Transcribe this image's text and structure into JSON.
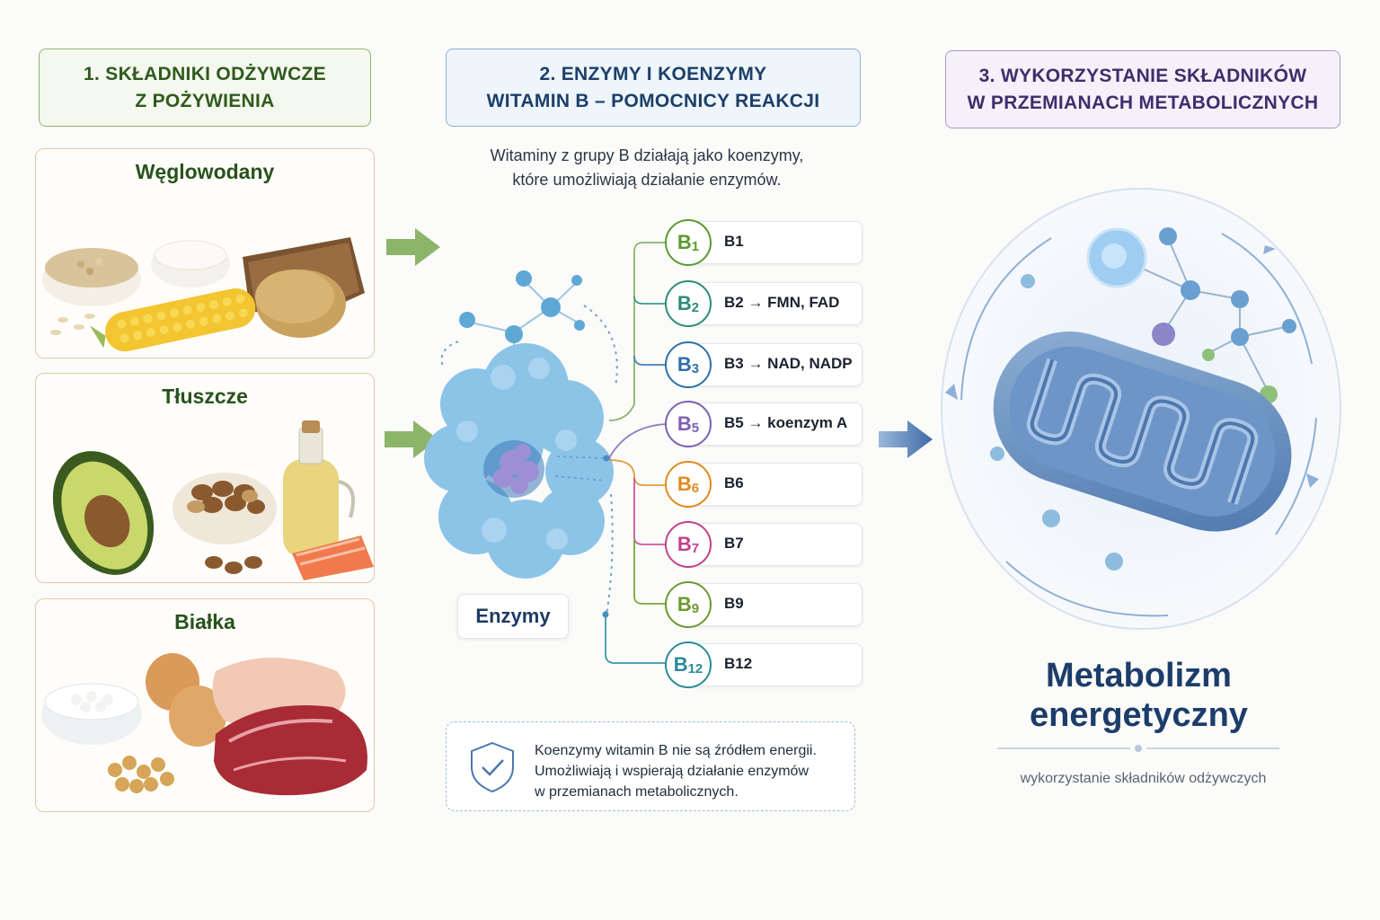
{
  "header1": {
    "line1": "1. SKŁADNIKI ODŻYWCZE",
    "line2": "Z POŻYWIENIA"
  },
  "header2": {
    "line1": "2. ENZYMY I KOENZYMY",
    "line2": "WITAMIN B – POMOCNICY REAKCJI"
  },
  "header3": {
    "line1": "3. WYKORZYSTANIE SKŁADNIKÓW",
    "line2": "W PRZEMIANACH METABOLICZNYCH"
  },
  "foods": [
    {
      "title": "Węglowodany"
    },
    {
      "title": "Tłuszcze"
    },
    {
      "title": "Białka"
    }
  ],
  "intro": {
    "line1": "Witaminy z grupy B działają jako koenzymy,",
    "line2": "które umożliwiają działanie enzymów."
  },
  "vitamins": [
    {
      "badge_main": "B",
      "badge_sub": "1",
      "label": "B1",
      "color": "#5a9a2e"
    },
    {
      "badge_main": "B",
      "badge_sub": "2",
      "label": "B2 → FMN, FAD",
      "color": "#2c8a7a"
    },
    {
      "badge_main": "B",
      "badge_sub": "3",
      "label": "B3 → NAD, NADP",
      "color": "#2f6fa8"
    },
    {
      "badge_main": "B",
      "badge_sub": "5",
      "label": "B5 → koenzym A",
      "color": "#7b5fb3"
    },
    {
      "badge_main": "B",
      "badge_sub": "6",
      "label": "B6",
      "color": "#e08a1e"
    },
    {
      "badge_main": "B",
      "badge_sub": "7",
      "label": "B7",
      "color": "#c2408a"
    },
    {
      "badge_main": "B",
      "badge_sub": "9",
      "label": "B9",
      "color": "#6a9a2e"
    },
    {
      "badge_main": "B",
      "badge_sub": "12",
      "label": "B12",
      "color": "#2a8a98"
    }
  ],
  "enzymes_label": "Enzymy",
  "note": {
    "line1": "Koenzymy witamin B nie są źródłem energii.",
    "line2": "Umożliwiają i wspierają działanie enzymów",
    "line3": "w przemianach metabolicznych."
  },
  "result": {
    "title_line1": "Metabolizm",
    "title_line2": "energetyczny",
    "subtitle": "wykorzystanie składników odżywczych"
  },
  "colors": {
    "green": "#2f5a1d",
    "blue": "#1d3f69",
    "purple": "#3f2e6b",
    "arrow_green": "#8cb56a",
    "arrow_blue": "#4a78b0"
  },
  "icons": {
    "food_arrows": "right-arrow-icon",
    "note": "shield-check-icon",
    "enzyme": "enzyme-illustration",
    "mitochondrion": "mitochondrion-illustration"
  }
}
